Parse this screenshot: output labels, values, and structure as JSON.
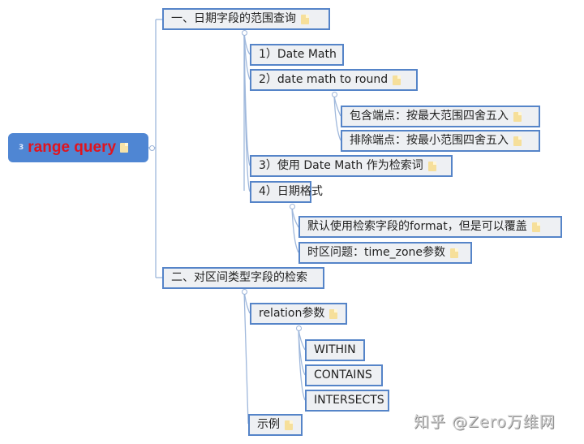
{
  "root": {
    "number": "3",
    "title": "range query"
  },
  "branches": [
    {
      "label": "一、日期字段的范围查询",
      "children": [
        {
          "label": "1）Date Math"
        },
        {
          "label": "2）date math to round",
          "children": [
            {
              "label": "包含端点：按最大范围四舍五入"
            },
            {
              "label": "排除端点：按最小范围四舍五入"
            }
          ]
        },
        {
          "label": "3）使用 Date Math 作为检索词"
        },
        {
          "label": "4）日期格式",
          "children": [
            {
              "label": "默认使用检索字段的format，但是可以覆盖"
            },
            {
              "label": "时区问题：time_zone参数"
            }
          ]
        }
      ]
    },
    {
      "label": "二、对区间类型字段的检索",
      "children": [
        {
          "label": "relation参数",
          "children": [
            {
              "label": "WITHIN"
            },
            {
              "label": "CONTAINS"
            },
            {
              "label": "INTERSECTS"
            }
          ]
        },
        {
          "label": "示例"
        }
      ]
    }
  ],
  "watermark": "知乎 @Zero万维网",
  "colors": {
    "root_bg": "#4f86d3",
    "root_text": "#e0141e",
    "node_border": "#5584c8",
    "node_bg": "#eef0f3",
    "connector": "#9bb3d8"
  }
}
